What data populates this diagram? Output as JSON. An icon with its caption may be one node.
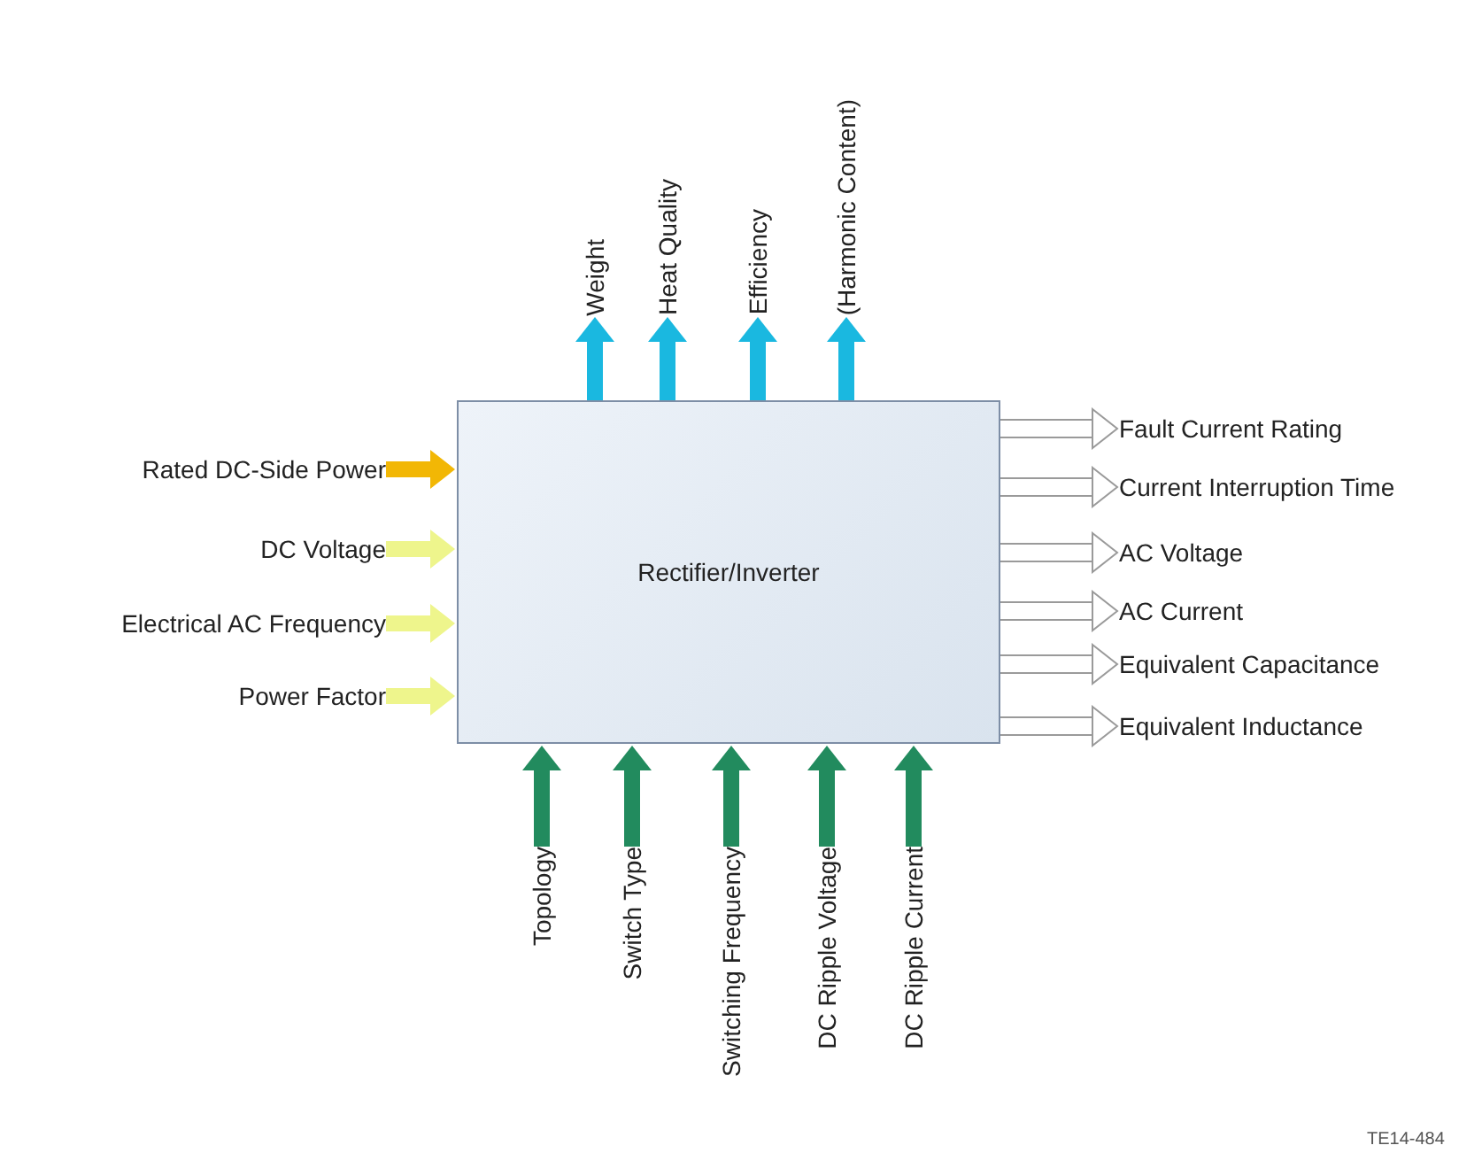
{
  "diagram": {
    "nodes": [
      {
        "text": [
          "Weight"
        ]
      },
      {
        "text": [
          "Heat Quality"
        ]
      },
      {
        "text": [
          "Efficiency"
        ]
      },
      {
        "text": [
          "(Harmonic Content)"
        ]
      },
      {
        "text": [
          "Rated DC-Side Power"
        ]
      },
      {
        "text": [
          "DC Voltage"
        ]
      },
      {
        "text": [
          "Electrical AC Frequency"
        ]
      },
      {
        "text": [
          "Power Factor"
        ]
      },
      {
        "text": [
          "Rectifier/Inverter"
        ]
      },
      {
        "text": [
          "Fault Current Rating"
        ]
      },
      {
        "text": [
          "Current Interruption Time"
        ]
      },
      {
        "text": [
          "AC Voltage"
        ]
      },
      {
        "text": [
          "AC Current"
        ]
      },
      {
        "text": [
          "Equivalent Capacitance"
        ]
      },
      {
        "text": [
          "Equivalent Inductance"
        ]
      },
      {
        "text": [
          "Topology"
        ]
      },
      {
        "text": [
          "Switch Type"
        ]
      },
      {
        "text": [
          "Switching Frequency"
        ]
      },
      {
        "text": [
          "DC Ripple Voltage"
        ]
      },
      {
        "text": [
          "DC Ripple Current"
        ]
      }
    ],
    "edges": [
      {
        "from": 8,
        "to": 0,
        "arrow": "to",
        "color": "#1ab8e0"
      },
      {
        "from": 8,
        "to": 1,
        "arrow": "to",
        "color": "#1ab8e0"
      },
      {
        "from": 8,
        "to": 2,
        "arrow": "to",
        "color": "#1ab8e0"
      },
      {
        "from": 8,
        "to": 3,
        "arrow": "to",
        "color": "#1ab8e0"
      },
      {
        "from": 4,
        "to": 8,
        "arrow": "to",
        "color": "#f2b705"
      },
      {
        "from": 5,
        "to": 8,
        "arrow": "to",
        "color": "#eef58c"
      },
      {
        "from": 6,
        "to": 8,
        "arrow": "to",
        "color": "#eef58c"
      },
      {
        "from": 7,
        "to": 8,
        "arrow": "to",
        "color": "#eef58c"
      },
      {
        "from": 8,
        "to": 9,
        "arrow": "to",
        "color": "#ffffff"
      },
      {
        "from": 8,
        "to": 10,
        "arrow": "to",
        "color": "#ffffff"
      },
      {
        "from": 8,
        "to": 11,
        "arrow": "to",
        "color": "#ffffff"
      },
      {
        "from": 8,
        "to": 12,
        "arrow": "to",
        "color": "#ffffff"
      },
      {
        "from": 8,
        "to": 13,
        "arrow": "to",
        "color": "#ffffff"
      },
      {
        "from": 8,
        "to": 14,
        "arrow": "to",
        "color": "#ffffff"
      },
      {
        "from": 15,
        "to": 8,
        "arrow": "to",
        "color": "#228b5e"
      },
      {
        "from": 16,
        "to": 8,
        "arrow": "to",
        "color": "#228b5e"
      },
      {
        "from": 17,
        "to": 8,
        "arrow": "to",
        "color": "#228b5e"
      },
      {
        "from": 18,
        "to": 8,
        "arrow": "to",
        "color": "#228b5e"
      },
      {
        "from": 19,
        "to": 8,
        "arrow": "to",
        "color": "#228b5e"
      }
    ],
    "labels": [
      "TE14-484"
    ]
  }
}
